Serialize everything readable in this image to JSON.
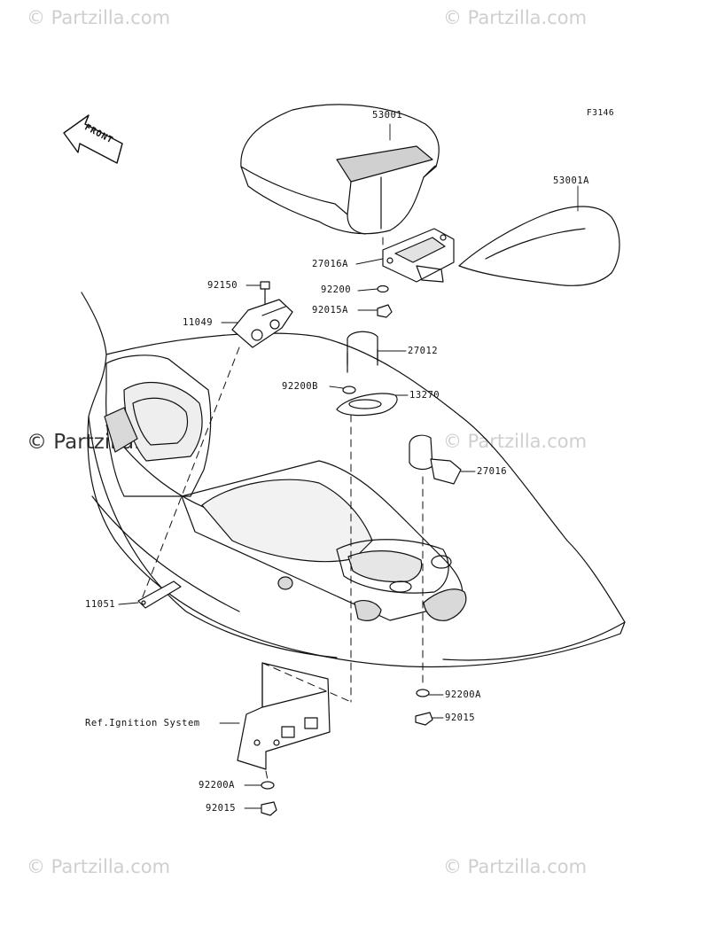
{
  "watermarks": {
    "top_left": "© Partzilla.com",
    "top_right": "© Partzilla.com",
    "mid_left": "© Partzilla.com",
    "mid_right": "© Partzilla.com",
    "bottom_left": "© Partzilla.com",
    "bottom_right": "© Partzilla.com"
  },
  "figure_code": "F3146",
  "front_label": "FRONT",
  "parts": {
    "p53001": "53001",
    "p53001A": "53001A",
    "p27016A": "27016A",
    "p92200": "92200",
    "p92015A": "92015A",
    "p92150": "92150",
    "p11049": "11049",
    "p27012": "27012",
    "p92200B": "92200B",
    "p13270": "13270",
    "p27016": "27016",
    "p11051": "11051",
    "p92200A_right": "92200A",
    "p92015_right": "92015",
    "p92200A_bottom": "92200A",
    "p92015_bottom": "92015"
  },
  "reference_note": "Ref.Ignition System",
  "colors": {
    "line": "#111111",
    "watermark": "#cfcfcf",
    "shade": "#d9d9d9"
  }
}
